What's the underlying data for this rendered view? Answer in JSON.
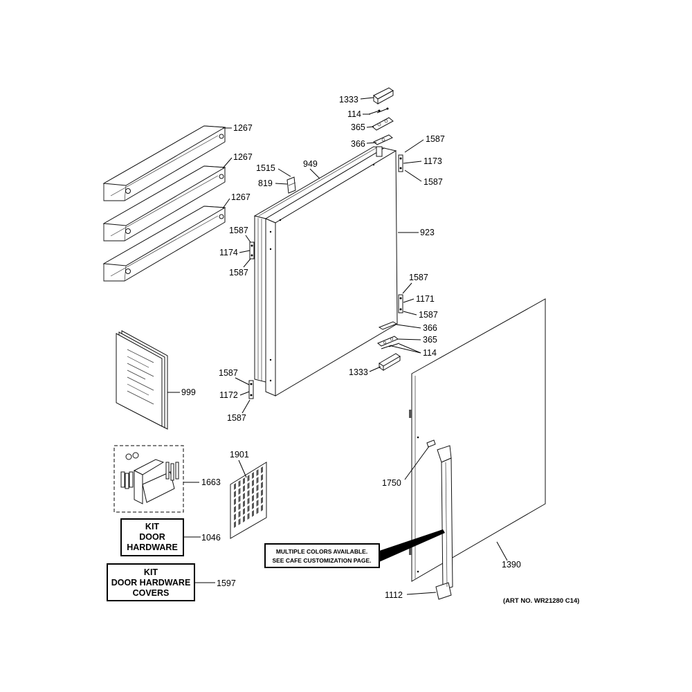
{
  "diagram": {
    "art_number": "(ART NO. WR21280 C14)",
    "note": {
      "line1": "MULTIPLE COLORS AVAILABLE.",
      "line2": "SEE CAFE CUSTOMIZATION PAGE."
    },
    "kits": {
      "door_hardware": {
        "line1": "KIT",
        "line2": "DOOR",
        "line3": "HARDWARE",
        "part": "1046"
      },
      "door_hardware_covers": {
        "line1": "KIT",
        "line2": "DOOR HARDWARE",
        "line3": "COVERS",
        "part": "1597"
      }
    },
    "labels": {
      "bin_top": "1267",
      "bin_mid": "1267",
      "bin_bot": "1267",
      "hinge_top": "1333",
      "screw_top": "114",
      "shim_top": "365",
      "washer_top": "366",
      "screw_1587_a": "1587",
      "bracket_1173": "1173",
      "screw_1587_b": "1587",
      "part_1515": "1515",
      "gasket_949": "949",
      "part_819": "819",
      "panel_923": "923",
      "screw_1587_c": "1587",
      "bracket_1174": "1174",
      "screw_1587_d": "1587",
      "screw_1587_e": "1587",
      "bracket_1171": "1171",
      "screw_1587_f": "1587",
      "washer_bot": "366",
      "shim_bot": "365",
      "screw_bot": "114",
      "hinge_bot": "1333",
      "manual_999": "999",
      "screw_1587_g": "1587",
      "bracket_1172": "1172",
      "screw_1587_h": "1587",
      "grille_1901": "1901",
      "kit_1663": "1663",
      "handle_1750": "1750",
      "door_1390": "1390",
      "screw_1112": "1112"
    }
  }
}
